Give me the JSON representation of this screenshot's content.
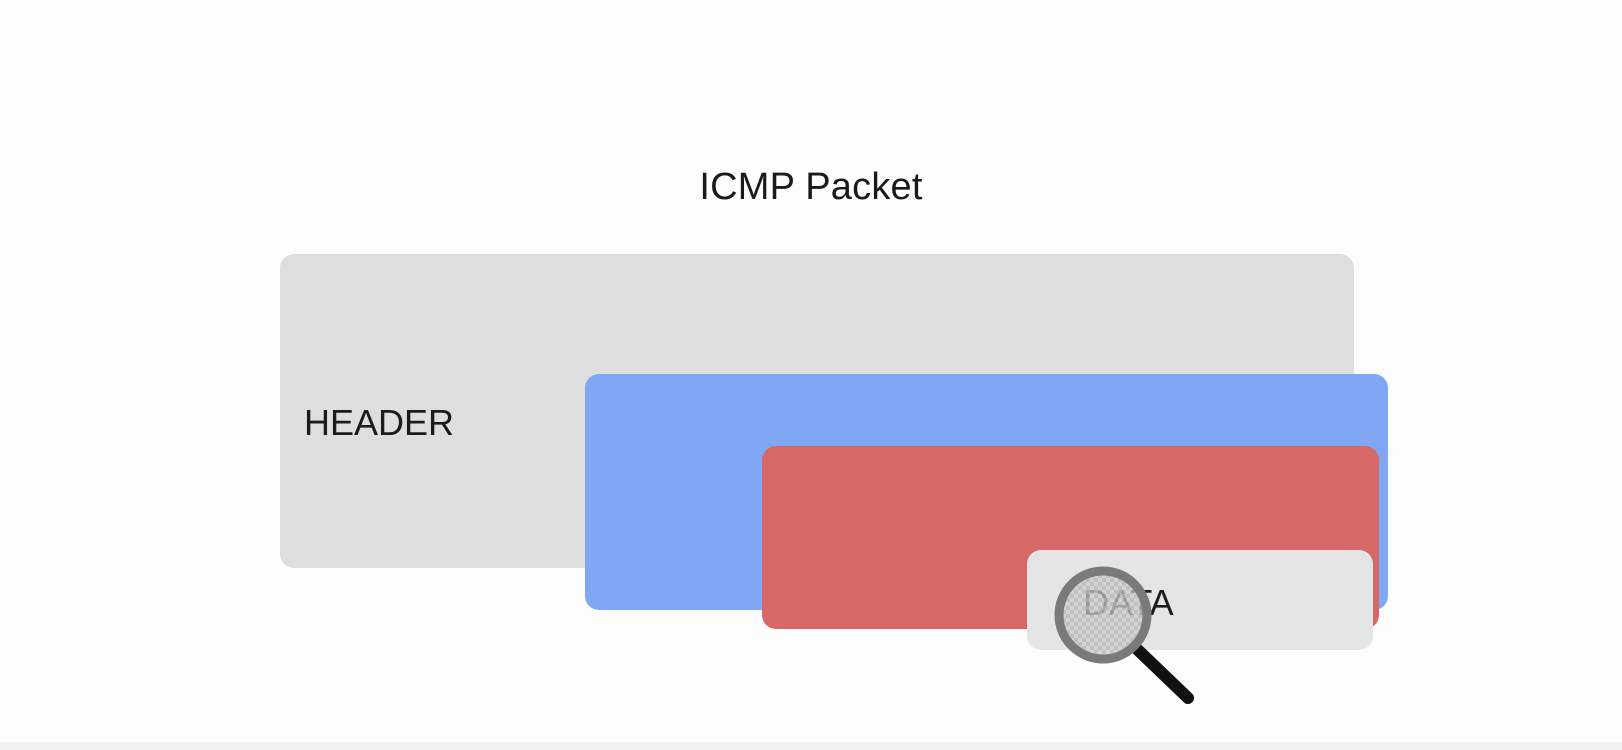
{
  "diagram": {
    "title": "ICMP Packet",
    "layers": [
      {
        "label": "HEADER",
        "color": "#dedede"
      },
      {
        "label": "",
        "color": "#80a7f4"
      },
      {
        "label": "",
        "color": "#d66868"
      },
      {
        "label": "DATA",
        "color": "#e5e5e5"
      }
    ],
    "overlay_icon": "magnifying-glass-icon"
  }
}
